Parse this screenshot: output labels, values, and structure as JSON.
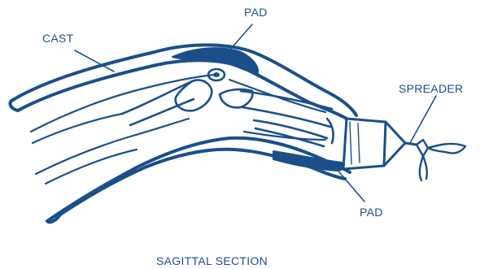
{
  "colors": {
    "ink": "#1a4f8a",
    "background": "#ffffff"
  },
  "labels": {
    "pad_top": "PAD",
    "cast": "CAST",
    "spreader": "SPREADER",
    "pad_bottom": "PAD",
    "caption": "SAGITTAL SECTION"
  }
}
